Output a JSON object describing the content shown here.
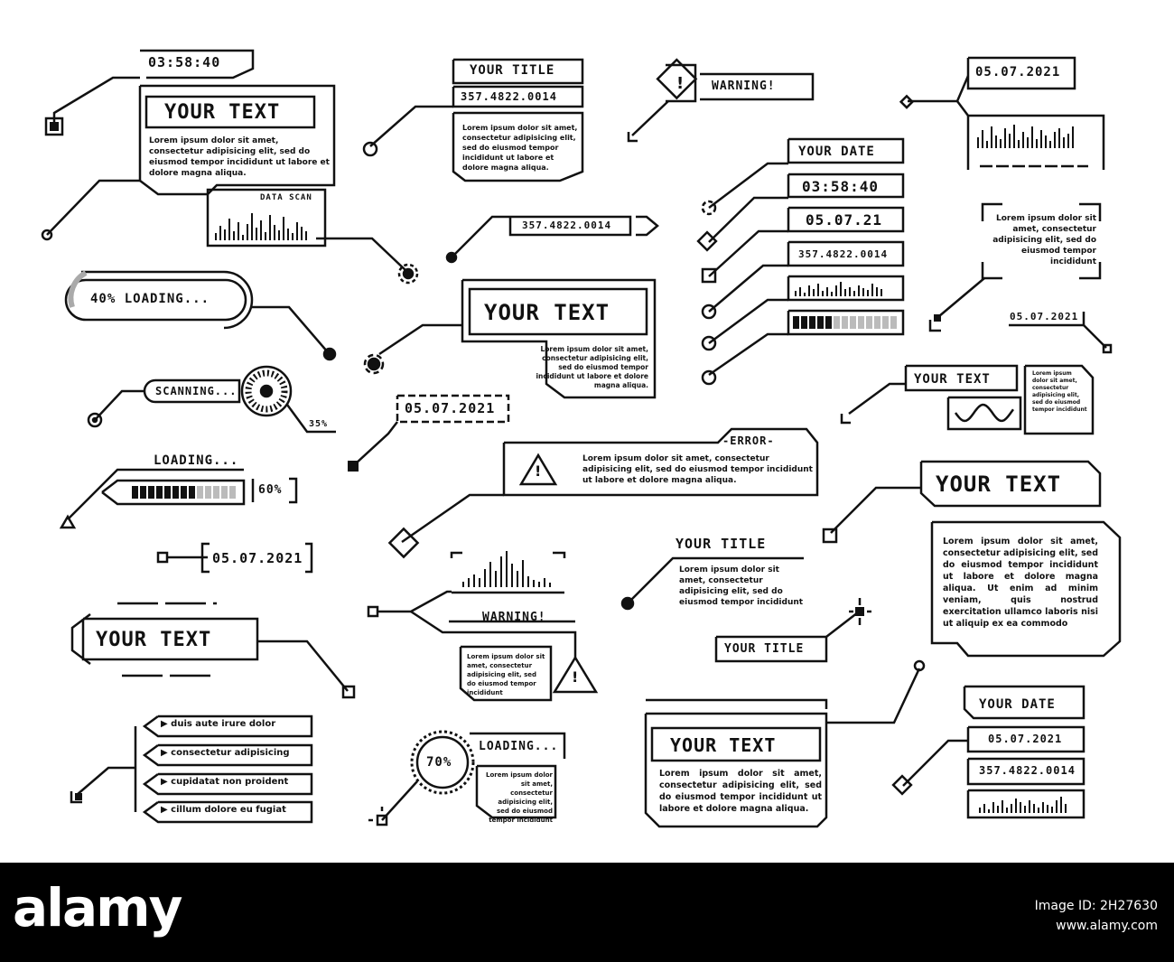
{
  "hud": {
    "time1": "03:58:40",
    "your_text_1": "YOUR TEXT",
    "lorem_1": "Lorem ipsum dolor sit amet, consectetur adipisicing elit, sed do eiusmod tempor incididunt ut labore et dolore magna aliqua.",
    "data_scan": "DATA SCAN",
    "title_top": "YOUR TITLE",
    "number_top": "357.4822.0014",
    "lorem_title": "Lorem ipsum dolor sit amet, consectetur adipisicing elit, sed do eiusmod tempor incididunt ut labore et dolore magna aliqua.",
    "warning_top": "WARNING!",
    "date_top_right": "05.07.2021",
    "loading_40": "40% LOADING...",
    "number_mid": "357.4822.0014",
    "your_text_center": "YOUR TEXT",
    "lorem_center": "Lorem ipsum dolor sit amet, consectetur adipisicing elit, sed do eiusmod tempor incididunt ut labore et dolore magna aliqua.",
    "date_stack": {
      "title": "YOUR DATE",
      "time": "03:58:40",
      "date": "05.07.21",
      "number": "357.4822.0014"
    },
    "lorem_bracket": "Lorem ipsum dolor sit amet, consectetur adipisicing elit, sed do eiusmod tempor incididunt",
    "date_small_right": "05.07.2021",
    "scanning": "SCANNING...",
    "scan_pct": "35%",
    "date_center": "05.07.2021",
    "error_label": "-ERROR-",
    "lorem_error": "Lorem ipsum dolor sit amet, consectetur adipisicing elit, sed do eiusmod tempor incididunt ut labore et dolore magna aliqua.",
    "your_text_wave": "YOUR TEXT",
    "lorem_wave": "Lorem ipsum dolor sit amet, consectetur adipisicing elit, sed do eiusmod tempor incididunt",
    "loading_60_label": "LOADING...",
    "loading_60_pct": "60%",
    "your_text_right": "YOUR TEXT",
    "lorem_right": "Lorem ipsum dolor sit amet, consectetur adipisicing elit, sed do eiusmod tempor incididunt ut labore et dolore magna aliqua. Ut enim ad minim veniam, quis nostrud exercitation ullamco laboris nisi ut aliquip ex ea commodo",
    "date_left": "05.07.2021",
    "your_title_mid": "YOUR TITLE",
    "lorem_title_mid": "Lorem ipsum dolor sit amet, consectetur adipisicing elit, sed do eiusmod tempor incididunt",
    "warning_mid": "WARNING!",
    "lorem_warning": "Lorem ipsum dolor sit amet, consectetur adipisicing elit, sed do eiusmod tempor incididunt",
    "your_text_left": "YOUR TEXT",
    "your_title_small": "YOUR TITLE",
    "list_items": [
      "duis aute irure dolor",
      "consectetur adipisicing",
      "cupidatat non proident",
      "cillum dolore eu fugiat"
    ],
    "loading_70_pct": "70%",
    "loading_70_label": "LOADING...",
    "lorem_70": "Lorem ipsum dolor sit amet, consectetur adipisicing elit, sed do eiusmod tempor incididunt",
    "your_text_bottom": "YOUR TEXT",
    "lorem_bottom": "Lorem ipsum dolor sit amet, consectetur adipisicing elit, sed do eiusmod tempor incididunt ut labore et dolore magna aliqua.",
    "date_stack_2": {
      "title": "YOUR DATE",
      "date": "05.07.2021",
      "number": "357.4822.0014"
    }
  },
  "progress": {
    "loading_40": 0.4,
    "scanning": 0.35,
    "loading_60": 0.6,
    "loading_70": 0.7
  },
  "footer": {
    "logo": "alamy",
    "image_id_label": "Image ID: 2H27630",
    "site": "www.alamy.com"
  }
}
